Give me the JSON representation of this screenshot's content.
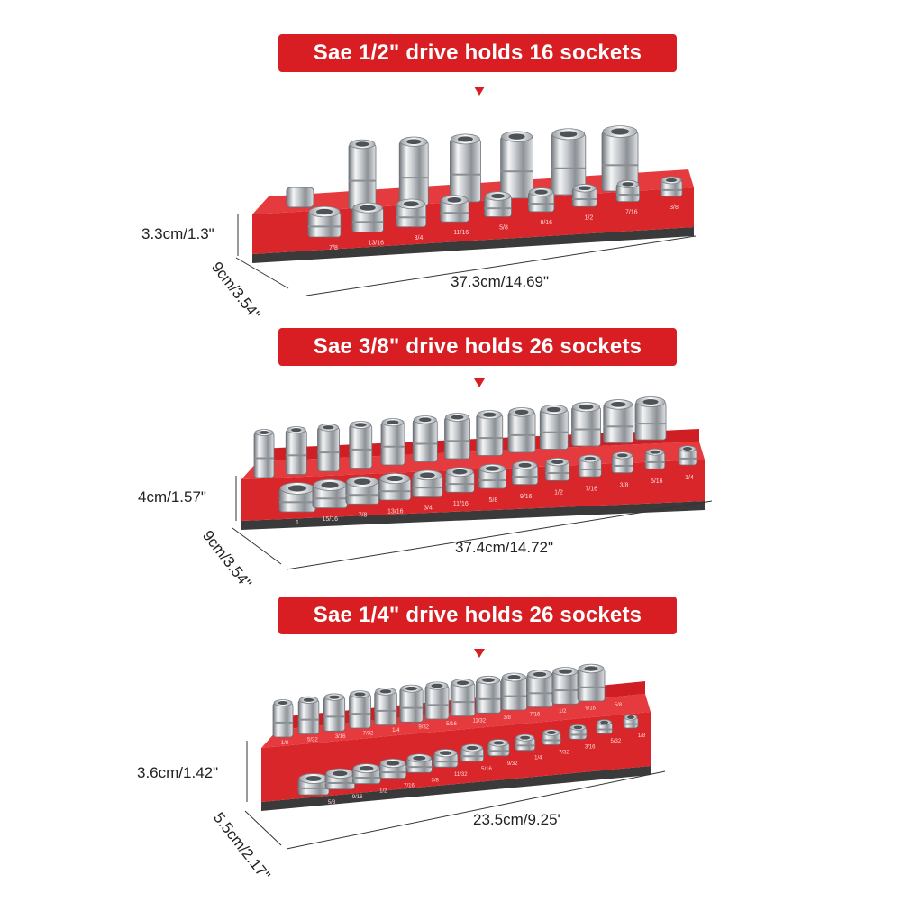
{
  "sections": [
    {
      "banner": "Sae 1/2\" drive holds 16 sockets",
      "height_label": "3.3cm/1.3\"",
      "depth_label": "9cm/3.54\"",
      "length_label": "37.3cm/14.69\"",
      "front_sizes": [
        "7/8",
        "13/16",
        "3/4",
        "11/16",
        "5/8",
        "9/16",
        "1/2",
        "7/16",
        "3/8"
      ],
      "back_count": 6,
      "front_count": 9
    },
    {
      "banner": "Sae 3/8\" drive holds 26 sockets",
      "height_label": "4cm/1.57\"",
      "depth_label": "9cm/3.54\"",
      "length_label": "37.4cm/14.72\"",
      "front_sizes": [
        "1",
        "15/16",
        "7/8",
        "13/16",
        "3/4",
        "11/16",
        "5/8",
        "9/16",
        "1/2",
        "7/16",
        "3/8",
        "5/16",
        "1/4"
      ],
      "back_count": 13,
      "front_count": 13
    },
    {
      "banner": "Sae 1/4\" drive holds 26 sockets",
      "height_label": "3.6cm/1.42\"",
      "depth_label": "5.5cm/2.17\"",
      "length_label": "23.5cm/9.25'",
      "back_sizes": [
        "1/8",
        "5/32",
        "3/16",
        "7/32",
        "1/4",
        "9/32",
        "5/16",
        "11/32",
        "3/8",
        "7/16",
        "1/2",
        "9/16",
        "5/8"
      ],
      "front_sizes": [
        "5/8",
        "9/16",
        "1/2",
        "7/16",
        "3/8",
        "11/32",
        "5/16",
        "9/32",
        "1/4",
        "7/32",
        "3/16",
        "5/32",
        "1/8"
      ],
      "back_count": 13,
      "front_count": 13
    }
  ],
  "colors": {
    "accent": "#d81e22",
    "tray": "#d9262b",
    "base": "#3a3a3a"
  }
}
